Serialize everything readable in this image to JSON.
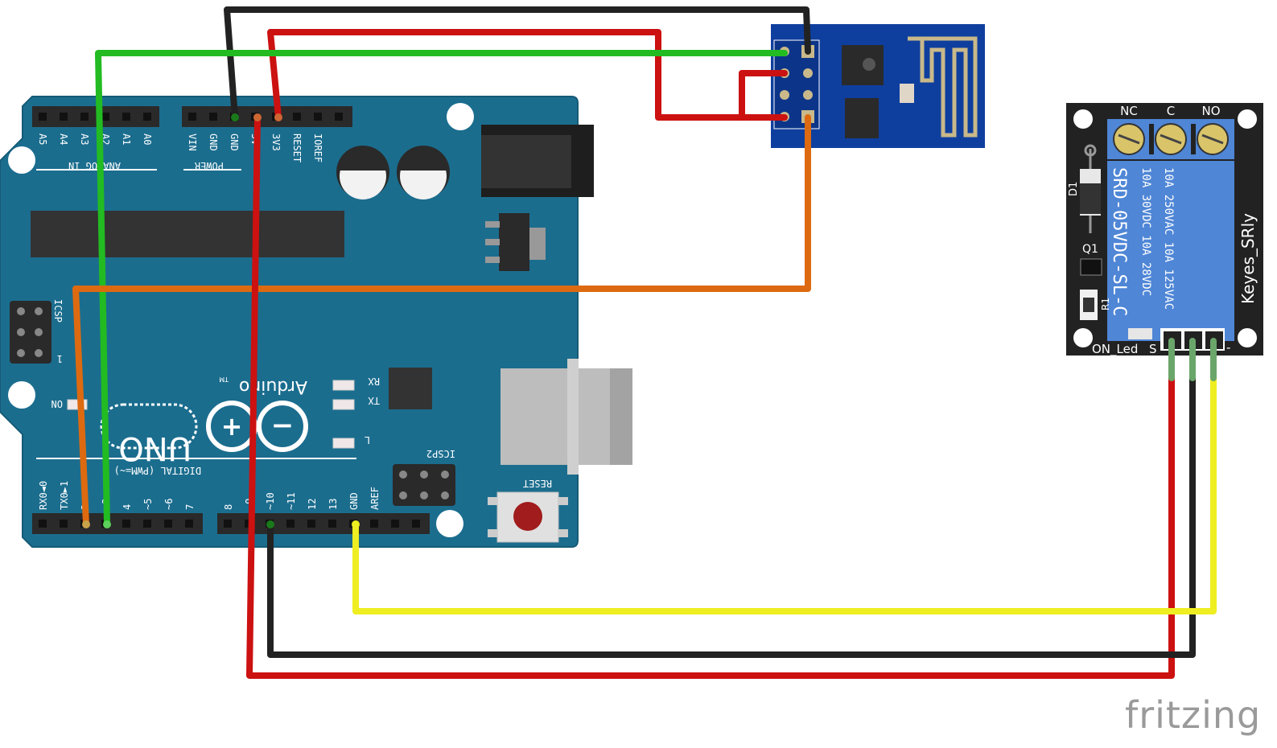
{
  "arduino": {
    "model": "UNO",
    "brand": "Arduino",
    "tm": "TM",
    "analog_header_label": "ANALOG IN",
    "power_header_label": "POWER",
    "digital_header_label": "DIGITAL (PWM=~)",
    "analog_pins": [
      "A5",
      "A4",
      "A3",
      "A2",
      "A1",
      "A0"
    ],
    "power_pins": [
      "VIN",
      "GND",
      "GND",
      "5V",
      "3V3",
      "RESET",
      "IOREF"
    ],
    "digital_low_pins": [
      "RX0◄0",
      "TX0►1",
      "2",
      "~3",
      "4",
      "~5",
      "~6",
      "7"
    ],
    "digital_high_pins": [
      "8",
      "~9",
      "~10",
      "~11",
      "12",
      "13",
      "GND",
      "AREF"
    ],
    "icsp_label": "ICSP",
    "icsp2_label": "ICSP2",
    "on_label": "ON",
    "rx_label": "RX",
    "tx_label": "TX",
    "l_label": "L",
    "reset_label": "RESET",
    "icsp_one": "1",
    "colors": {
      "board": "#1b6d8e",
      "board_edge": "#155b77"
    }
  },
  "relay": {
    "terminals": [
      "NC",
      "C",
      "NO"
    ],
    "title": "Keyes_SRly",
    "relay_part": "SRD-05VDC-SL-C",
    "rating_1": "10A 250VAC  10A 125VAC",
    "rating_2": "10A  30VDC  10A  28VDC",
    "d1": "D1",
    "q1": "Q1",
    "r1": "R1",
    "on_led": "ON_Led",
    "signal_pin": "S",
    "minus_pin": "-",
    "colors": {
      "board": "#222222",
      "relay": "#4f86d6"
    }
  },
  "esp": {
    "colors": {
      "board": "#0f3f9e"
    }
  },
  "wires": {
    "colors": {
      "black": "#222222",
      "red": "#cc1111",
      "green": "#22bb22",
      "orange": "#dd6a10",
      "yellow": "#eeee22"
    }
  },
  "watermark": "fritzing"
}
